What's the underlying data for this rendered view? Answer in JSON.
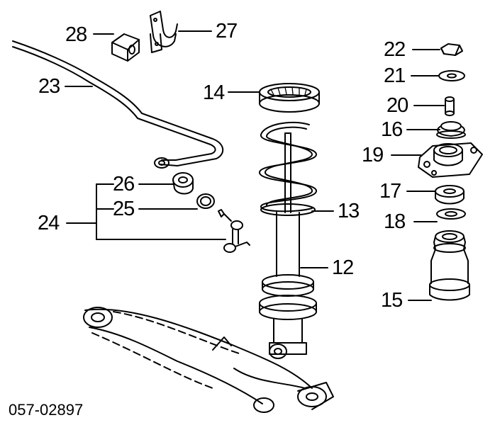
{
  "diagram": {
    "reference_code": "057-02897",
    "ink_color": "#000000",
    "background_color": "#ffffff",
    "callouts": [
      "28",
      "27",
      "23",
      "14",
      "22",
      "21",
      "20",
      "16",
      "19",
      "26",
      "24",
      "25",
      "17",
      "13",
      "18",
      "12",
      "15"
    ]
  }
}
